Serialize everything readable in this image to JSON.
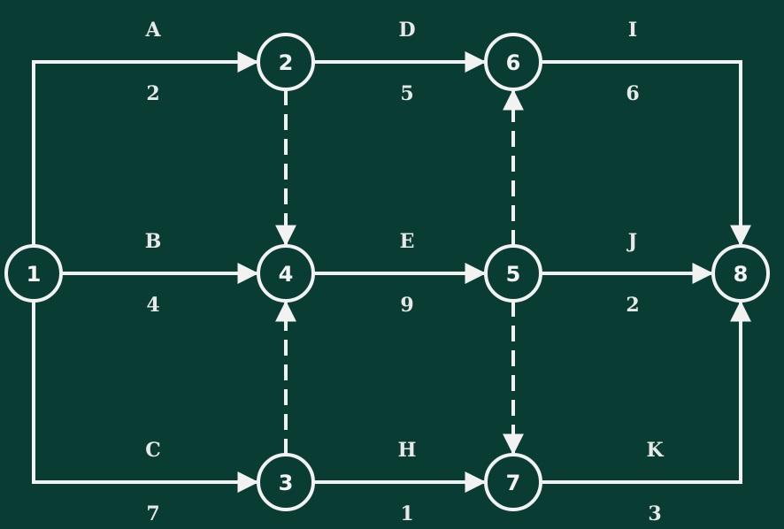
{
  "colors": {
    "background": "#093c33",
    "foreground": "#f2f2f2"
  },
  "nodes": [
    {
      "id": "1",
      "label": "1"
    },
    {
      "id": "2",
      "label": "2"
    },
    {
      "id": "3",
      "label": "3"
    },
    {
      "id": "4",
      "label": "4"
    },
    {
      "id": "5",
      "label": "5"
    },
    {
      "id": "6",
      "label": "6"
    },
    {
      "id": "7",
      "label": "7"
    },
    {
      "id": "8",
      "label": "8"
    }
  ],
  "activities": [
    {
      "from": "1",
      "to": "2",
      "name": "A",
      "duration": "2"
    },
    {
      "from": "1",
      "to": "4",
      "name": "B",
      "duration": "4"
    },
    {
      "from": "1",
      "to": "3",
      "name": "C",
      "duration": "7"
    },
    {
      "from": "2",
      "to": "6",
      "name": "D",
      "duration": "5"
    },
    {
      "from": "4",
      "to": "5",
      "name": "E",
      "duration": "9"
    },
    {
      "from": "3",
      "to": "7",
      "name": "H",
      "duration": "1"
    },
    {
      "from": "6",
      "to": "8",
      "name": "I",
      "duration": "6"
    },
    {
      "from": "5",
      "to": "8",
      "name": "J",
      "duration": "2"
    },
    {
      "from": "7",
      "to": "8",
      "name": "K",
      "duration": "3"
    }
  ],
  "dummies": [
    {
      "from": "2",
      "to": "4"
    },
    {
      "from": "3",
      "to": "4"
    },
    {
      "from": "5",
      "to": "6"
    },
    {
      "from": "5",
      "to": "7"
    }
  ]
}
